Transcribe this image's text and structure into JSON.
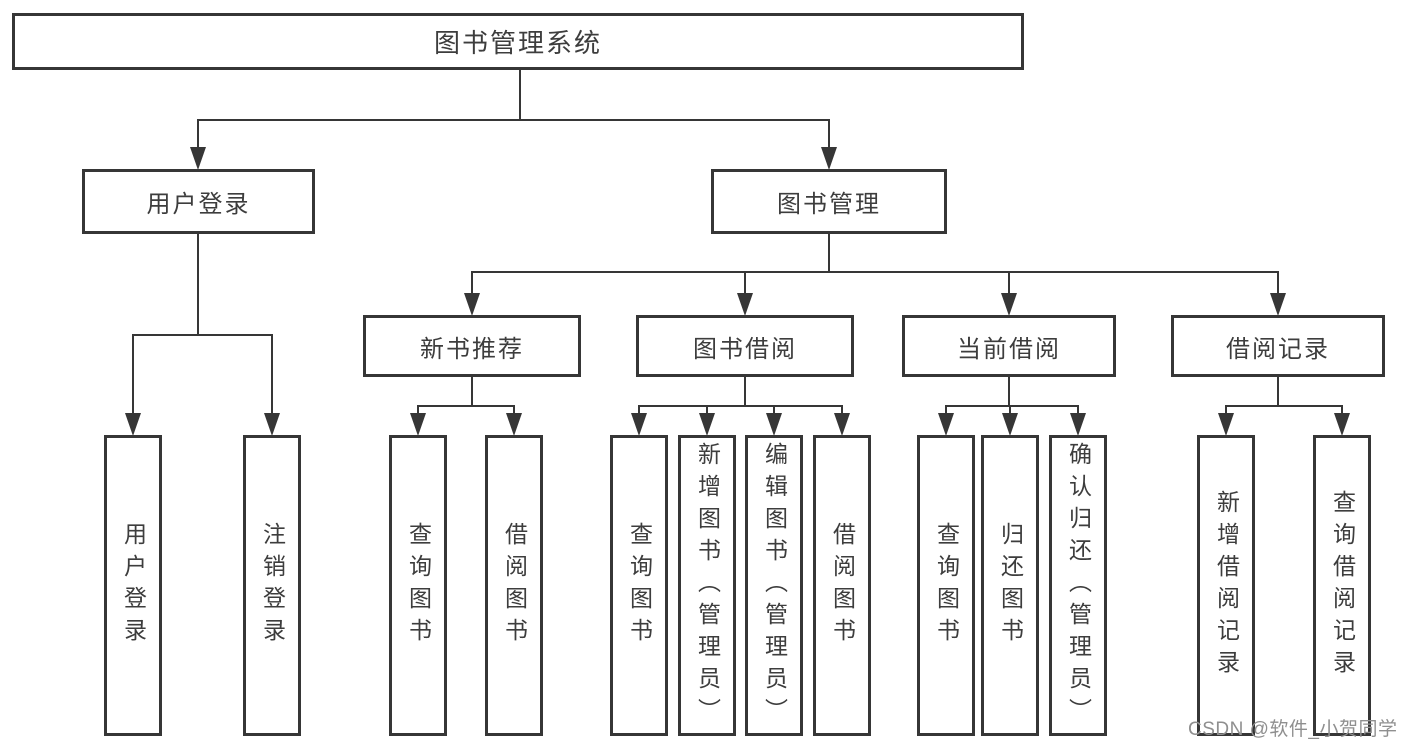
{
  "nodes": {
    "root": "图书管理系统",
    "level2": [
      "用户登录",
      "图书管理"
    ],
    "level3": [
      "新书推荐",
      "图书借阅",
      "当前借阅",
      "借阅记录"
    ],
    "leaves_user": [
      "用户登录",
      "注销登录"
    ],
    "leaves_recommend": [
      "查询图书",
      "借阅图书"
    ],
    "leaves_borrow": [
      "查询图书",
      "新增图书（管理员）",
      "编辑图书（管理员）",
      "借阅图书"
    ],
    "leaves_current": [
      "查询图书",
      "归还图书",
      "确认归还（管理员）"
    ],
    "leaves_records": [
      "新增借阅记录",
      "查询借阅记录"
    ]
  },
  "watermark": "CSDN @软件_小贺同学",
  "colors": {
    "line": "#363636",
    "box_border": "#363636",
    "text": "#3d3d3d",
    "watermark": "#8f8f8f",
    "background": "#ffffff"
  }
}
